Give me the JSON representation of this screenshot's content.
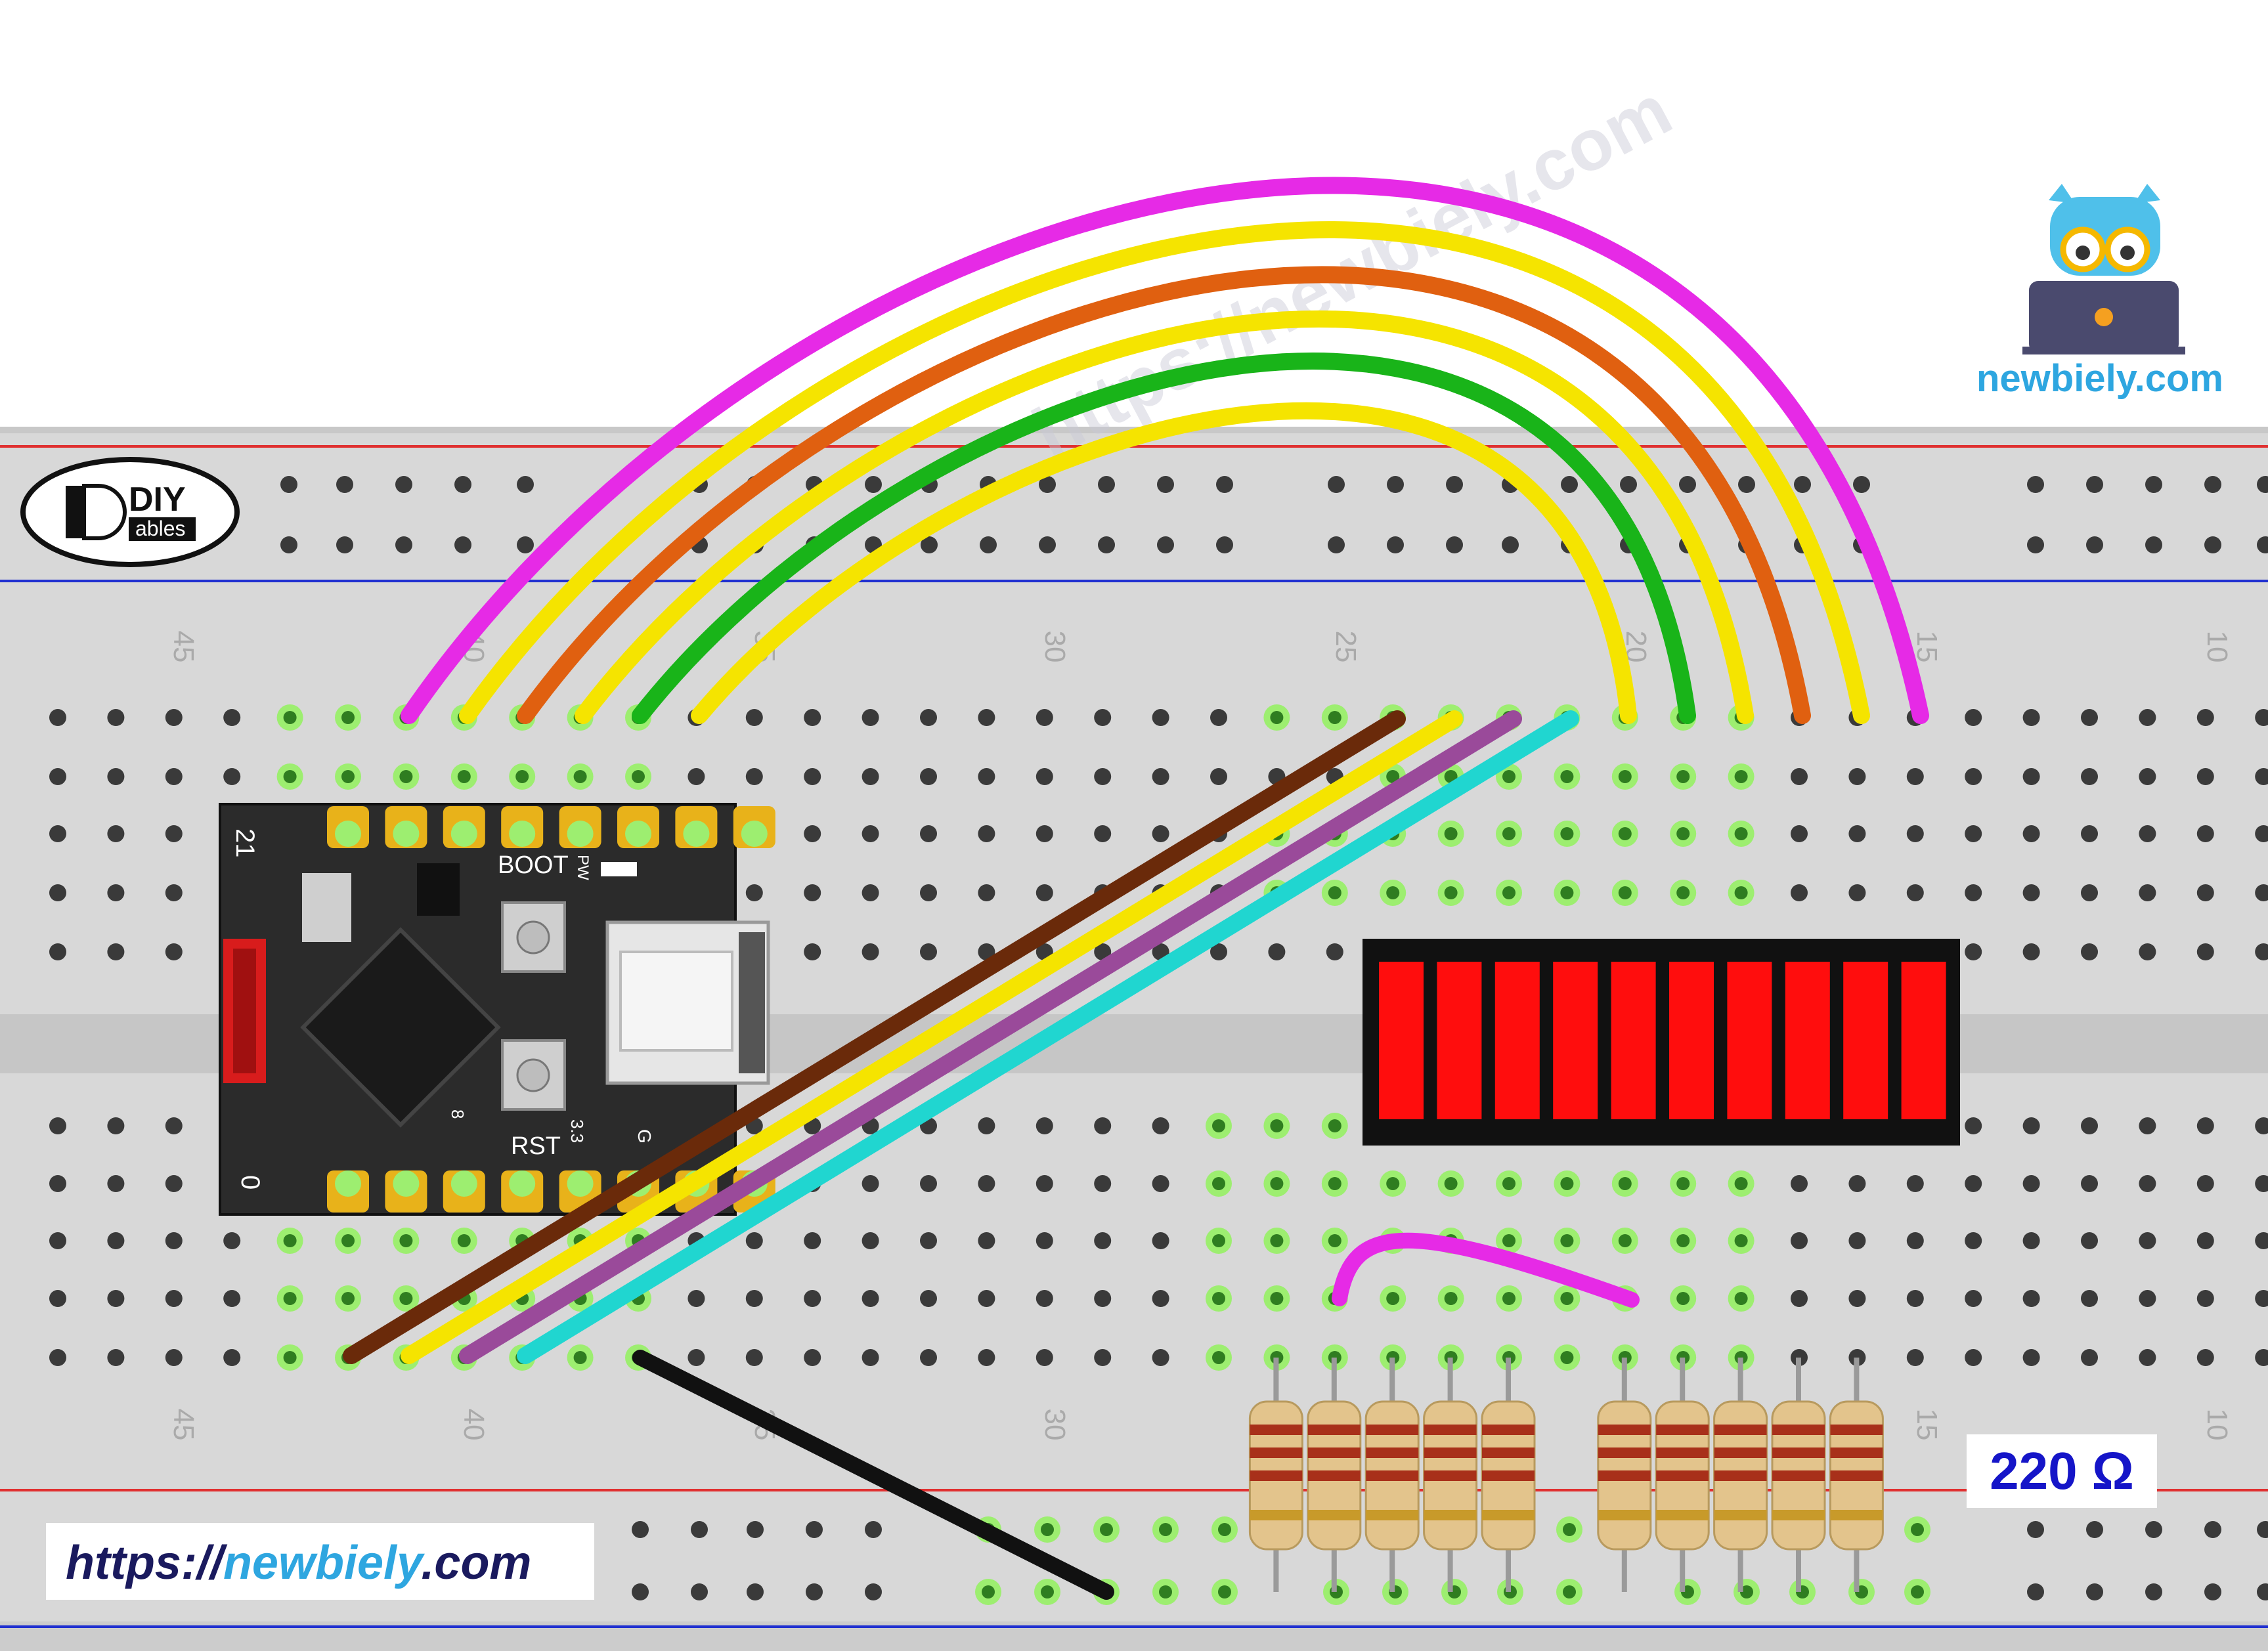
{
  "brand": {
    "diy_logo_letters": "DIY",
    "diy_logo_sub": "ables",
    "newbiely_site": "newbiely.com",
    "url_prefix": "https://",
    "url_domain": "newbiely",
    "url_suffix": ".com",
    "watermark": "https://newbiely.com"
  },
  "breadboard": {
    "column_numbers_top": [
      "45",
      "40",
      "35",
      "30",
      "25",
      "20",
      "15",
      "10"
    ],
    "column_numbers_bottom": [
      "45",
      "40",
      "35",
      "30",
      "25",
      "20",
      "15",
      "10"
    ]
  },
  "board": {
    "label_21": "21",
    "label_boot": "BOOT",
    "label_pw": "PW",
    "label_rst": "RST",
    "label_0": "0",
    "label_8": "8",
    "label_33": "3.3",
    "label_g": "G"
  },
  "resistor": {
    "value_label": "220 Ω",
    "count": 10
  },
  "led_bar": {
    "segments": 10,
    "color": "#ff0d0d"
  },
  "colors": {
    "magenta": "#e62ae6",
    "yellow": "#f5e400",
    "orange": "#e06010",
    "green": "#19b419",
    "brown": "#6a2a0a",
    "purple": "#9a4a9a",
    "cyan": "#20d6d0",
    "black": "#111111",
    "rail_red": "#e03030",
    "rail_blue": "#2030d0",
    "hole_green": "#9dee70"
  }
}
